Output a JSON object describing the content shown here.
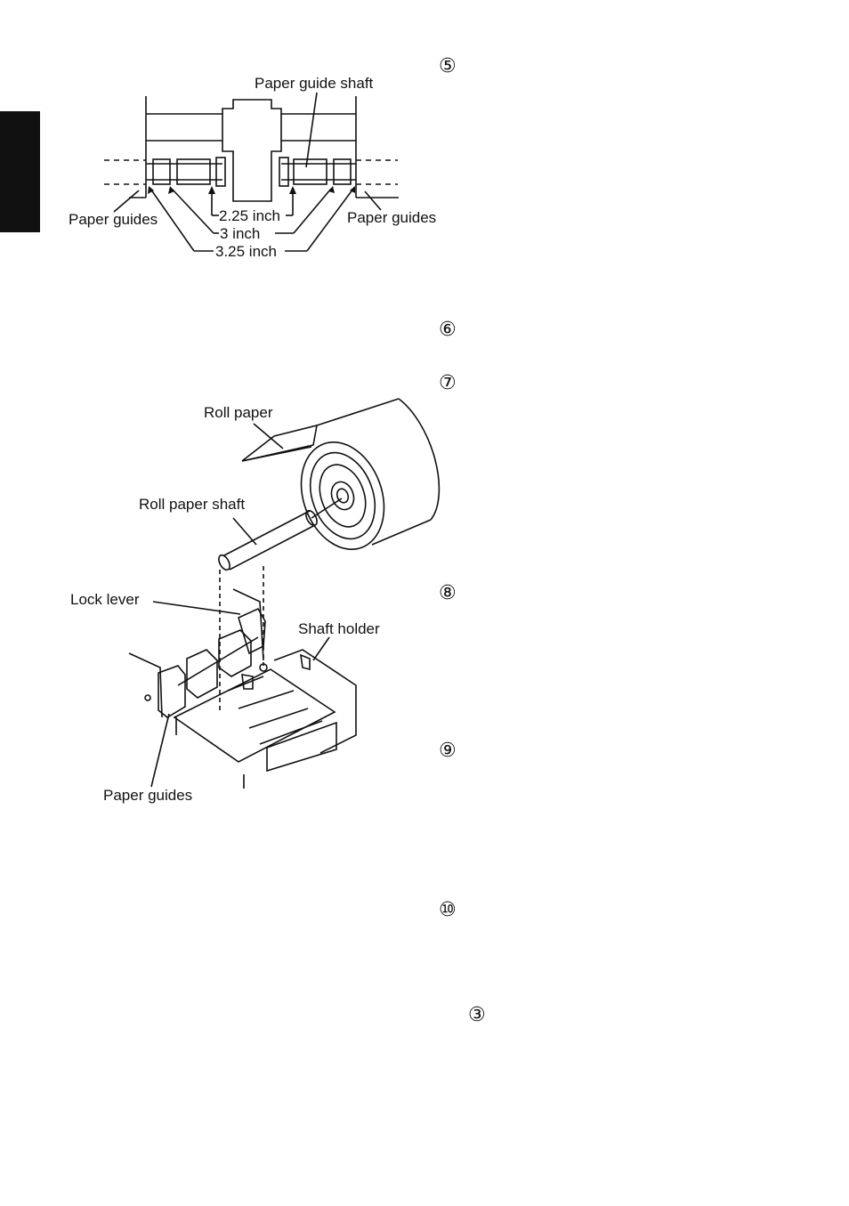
{
  "figure1": {
    "shaft_label": "Paper guide shaft",
    "guides_left": "Paper guides",
    "guides_right": "Paper guides",
    "dim_225": "2.25 inch",
    "dim_3": "3 inch",
    "dim_325": "3.25 inch"
  },
  "figure2": {
    "roll_paper": "Roll paper",
    "roll_shaft": "Roll paper shaft",
    "lock_lever": "Lock lever",
    "shaft_holder": "Shaft holder",
    "paper_guides": "Paper guides"
  },
  "steps": [
    "⑤",
    "⑥",
    "⑦",
    "⑧",
    "⑨",
    "⑩"
  ],
  "ref_marker": "③"
}
